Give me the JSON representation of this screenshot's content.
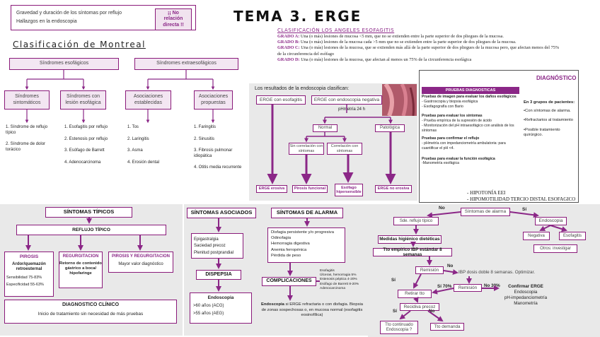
{
  "title": "TEMA 3. ERGE",
  "topleft": {
    "line1": "Gravedad y duración de los síntomas por reflujo",
    "line2": "Hallazgos en la endoscopia",
    "badge": "¡¡ No relación directa !!"
  },
  "angeles": {
    "title": "CLASIFICACIÓN LOS ANGELES ESOFAGITIS",
    "grades": [
      {
        "g": "GRADO A",
        "t": "Una (o más) lesiones de mucosa <5 mm, que no se extienden entre la parte superior de dos pliegues de la mucosa."
      },
      {
        "g": "GRADO B",
        "t": "Una (o más) lesiones de la mucosa cada >5 mm que no se extienden entre la parte superior de dos pliegues de la mucosa."
      },
      {
        "g": "GRADO C",
        "t": "Una (o más) lesiones de la mucosa, que se extienden más allá de la parte superior de dos pliegues de la mucosa pero, que afectan menos del 75% de la circunferencia del esófago"
      },
      {
        "g": "GRADO D",
        "t": "Una (o más) lesiones de la mucosa, que afectan al menos un 75% de la circunferencia esofágica"
      }
    ]
  },
  "montreal": {
    "title": "Clasificación de Montreal",
    "esof": "Síndromes esofágicos",
    "extra": "Síndromes extraesofágicos",
    "c1": {
      "label": "Síndromes sintomáticos",
      "items": [
        "1. Síndrome de reflujo típico",
        "2. Síndrome de dolor torácico"
      ]
    },
    "c2": {
      "label": "Síndromes con lesión esofágica",
      "items": [
        "1. Esofagitis por reflujo",
        "2. Estenosis por reflujo",
        "3. Esófago de Barrett",
        "4. Adenocarcinoma"
      ]
    },
    "c3": {
      "label": "Asociaciones establecidas",
      "items": [
        "1. Tos",
        "2. Laringitis",
        "3. Asma",
        "4. Erosión dental"
      ]
    },
    "c4": {
      "label": "Asociaciones propuestas",
      "items": [
        "1. Faringitis",
        "2. Sinusitis",
        "3. Fibrosis pulmonar idiopática",
        "4. Otitis media recurrente"
      ]
    }
  },
  "endo": {
    "title": "Los resultados de la endoscopia clasifican:",
    "erge_esof": "ERGE con esofagitis",
    "erge_neg": "ERGE con endoscopia negativa",
    "phm": "pHmetría 24 h",
    "normal": "Normal",
    "patol": "Patológica",
    "sin": "Sin correlación con síntomas",
    "con": "Correlación con síntomas",
    "b1": "ERGE erosiva",
    "b2": "Pirosis funcional",
    "b3": "Esófago hipersensible",
    "b4": "ERGE no erosiva"
  },
  "dx": {
    "title": "DIAGNÓSTICO",
    "head": "PRUEBAS DIAGNOSTICAS",
    "s1h": "Pruebas de imagen para evaluar los daños esofágicos",
    "s1": [
      "- Gastroscopia y biopsia esofágica",
      "- Esofagografía con Bario"
    ],
    "s2h": "Pruebas para evaluar los síntomas",
    "s2": [
      "- Prueba empírica de la supresión de ácido",
      "- Monitorización del pH intraesofágico con análisis de los síntomas"
    ],
    "s3h": "Pruebas para confirmar el reflujo",
    "s3": [
      "- pHmetría con impedanciometría ambulatoria: para cuantificar el pH <4."
    ],
    "s4h": "Pruebas para evaluar la función esofágica",
    "s4": [
      "-Manometría esofágica"
    ],
    "note1": "- HIPOTONÍA EEI",
    "note2": "- HIPOMOTILIDAD TERCIO DISTAL ESOFAGICO",
    "right_intro": "En 3 grupos de pacientes:",
    "right": [
      "•Con síntomas de alarma.",
      "•Refractarios al tratamiento",
      "•Posible tratamiento quirúrgico."
    ]
  },
  "tip": {
    "title": "SÍNTOMAS TÍPICOS",
    "sub": "REFLUJO TÍPICO",
    "pir": "PIROSIS",
    "pir_desc": "Ardor/quemazón retroesternal",
    "sens": "Sensibilidad 75-83%",
    "esp": "Especificidad 55-63%",
    "reg": "REGURGITACION",
    "reg_desc": "Retorno de contenido gástrico a boca/ hipofaringe",
    "pr": "PIROSIS Y REGURGITACION",
    "pr_desc": "Mayor valor diagnóstico",
    "dc": "DIAGNOSTICO CLÍNICO",
    "dc_desc": "Inicio de tratamiento sin necesidad de más pruebas"
  },
  "asoc": {
    "title": "SÍNTOMAS ASOCIADOS",
    "items": [
      "Epigastralgia",
      "Saciedad precoz",
      "Plenitud postprandial"
    ],
    "disp": "DISPEPSIA",
    "endo": "Endoscopia",
    "e1": ">60 años (ACG)",
    "e2": ">55 años (AEG)"
  },
  "alarma": {
    "title": "SÍNTOMAS DE ALARMA",
    "items": [
      "Disfagia persistente y/o progresiva",
      "Odinofagia",
      "Hemorragia digestiva",
      "Anemia ferropénica",
      "Pérdida de peso"
    ],
    "comp": "COMPLICACIONES",
    "comp_items": [
      "Esofagitis",
      "Úlceras, hemorragia 5%",
      "Estenosis péptica 4-20%",
      "Esófago de Barrett 8-20%",
      "Adenocarcinoma"
    ],
    "end_b": "Endoscopia",
    "end_t": " si ERGE refractaria o con disfagia. Biopsia de zonas sospechosas o, en mucosa normal (esofagitis eosinofílica)"
  },
  "flow": {
    "no1": "No",
    "si1": "Sí",
    "alarma": "Síntomas de alarma",
    "typ": "Sde. reflujo típico",
    "endo": "Endoscopia",
    "neg": "Negativa",
    "esof": "Esofagitis",
    "otros": "Otros: investigar",
    "medidas": "Medidas higiénico dietéticas",
    "tto": "Tto empírico IBP estándar 8 semanas",
    "rem1": "Remisión",
    "no2": "No",
    "si2": "Sí",
    "ibp": "IBP dosis doble 8 semanas. Optimizar.",
    "retirar": "Retirar tto",
    "si70": "Sí 70%",
    "rem2": "Remisión",
    "no30": "No 30%",
    "conf": "Confirmar ERGE",
    "conf_items": [
      "Endoscopia",
      "pH-impedanciometría",
      "Manometría"
    ],
    "recid": "Recidiva precoz",
    "si3": "Sí",
    "no3": "No",
    "tto_cont": "Tto continuado Endoscopia ?",
    "demanda": "Tto demanda"
  }
}
